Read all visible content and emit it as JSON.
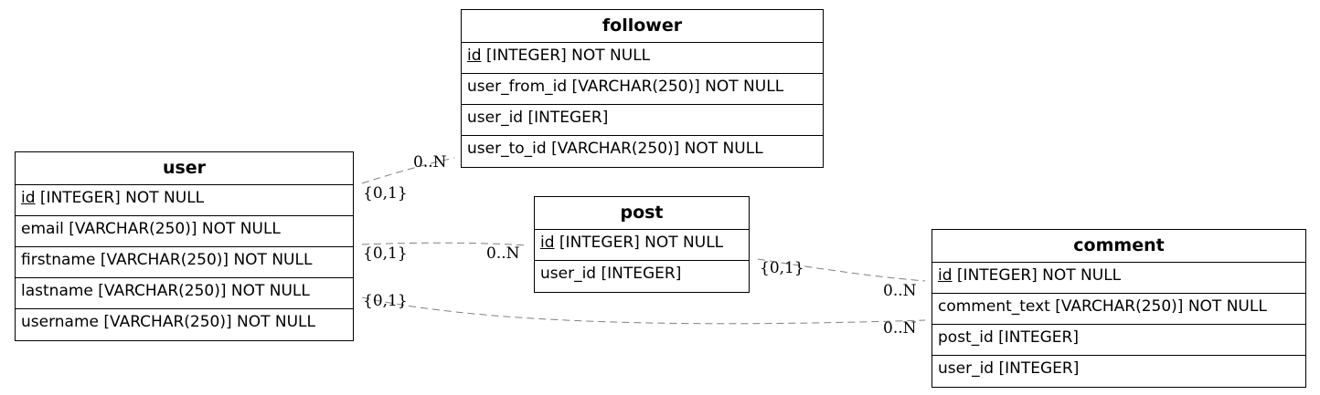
{
  "entities": {
    "follower": {
      "name": "follower",
      "columns": [
        {
          "key": "id",
          "type": " [INTEGER] NOT NULL"
        },
        {
          "key": "",
          "type": "user_from_id [VARCHAR(250)] NOT NULL"
        },
        {
          "key": "",
          "type": "user_id [INTEGER]"
        },
        {
          "key": "",
          "type": "user_to_id [VARCHAR(250)] NOT NULL"
        }
      ]
    },
    "user": {
      "name": "user",
      "columns": [
        {
          "key": "id",
          "type": " [INTEGER] NOT NULL"
        },
        {
          "key": "",
          "type": "email [VARCHAR(250)] NOT NULL"
        },
        {
          "key": "",
          "type": "firstname [VARCHAR(250)] NOT NULL"
        },
        {
          "key": "",
          "type": "lastname [VARCHAR(250)] NOT NULL"
        },
        {
          "key": "",
          "type": "username [VARCHAR(250)] NOT NULL"
        }
      ]
    },
    "post": {
      "name": "post",
      "columns": [
        {
          "key": "id",
          "type": " [INTEGER] NOT NULL"
        },
        {
          "key": "",
          "type": "user_id [INTEGER]"
        }
      ]
    },
    "comment": {
      "name": "comment",
      "columns": [
        {
          "key": "id",
          "type": " [INTEGER] NOT NULL"
        },
        {
          "key": "",
          "type": "comment_text [VARCHAR(250)] NOT NULL"
        },
        {
          "key": "",
          "type": "post_id [INTEGER]"
        },
        {
          "key": "",
          "type": "user_id [INTEGER]"
        }
      ]
    }
  },
  "relationships": [
    {
      "from": "user",
      "to": "follower",
      "from_card": "{0,1}",
      "to_card": "0..N"
    },
    {
      "from": "user",
      "to": "post",
      "from_card": "{0,1}",
      "to_card": "0..N"
    },
    {
      "from": "post",
      "to": "comment",
      "from_card": "{0,1}",
      "to_card": "0..N"
    },
    {
      "from": "user",
      "to": "comment",
      "from_card": "{0,1}",
      "to_card": "0..N"
    }
  ]
}
